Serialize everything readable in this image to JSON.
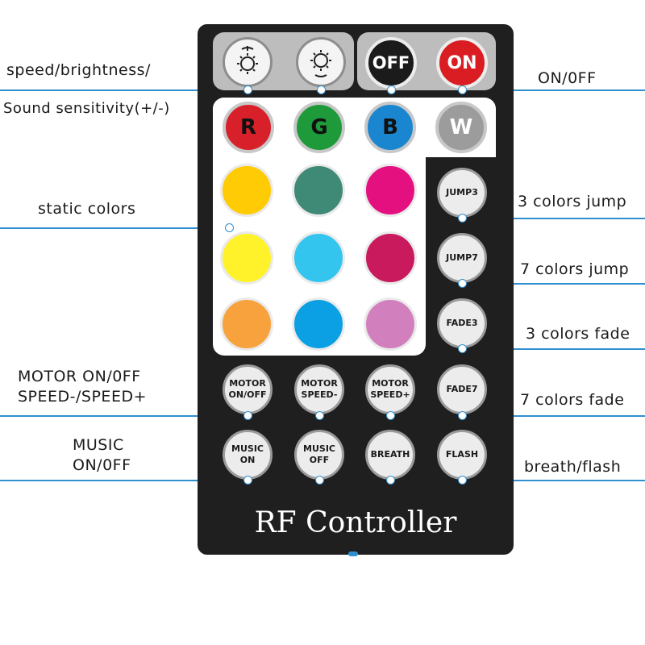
{
  "left_labels": {
    "speed_line1": "speed/brightness/",
    "speed_line2": "Sound sensitivity(+/-)",
    "static": "static colors",
    "motor_line1": "MOTOR  ON/0FF",
    "motor_line2": "SPEED-/SPEED+",
    "music_line1": "MUSIC",
    "music_line2": "ON/0FF"
  },
  "right_labels": {
    "onoff": "ON/0FF",
    "jump3": "3 colors jump",
    "jump7": "7 colors jump",
    "fade3": "3 colors fade",
    "fade7": "7 colors fade",
    "breath": "breath/flash"
  },
  "top_buttons": {
    "off": "OFF",
    "on": "ON",
    "brightness_up_icon": "sun-plus-icon",
    "brightness_down_icon": "sun-minus-icon"
  },
  "rgbw": [
    "R",
    "G",
    "B",
    "W"
  ],
  "rgbw_colors": [
    "#d8202a",
    "#1f9a3a",
    "#1a86cf",
    "#9c9c9c"
  ],
  "static_colors": [
    "#ffcb05",
    "#3f8a77",
    "#e4107f",
    "#fff22a",
    "#34c5ef",
    "#c81a5c",
    "#f7a23d",
    "#0aa0e3",
    "#d27fbd"
  ],
  "side_buttons": {
    "jump3": "JUMP3",
    "jump7": "JUMP7",
    "fade3": "FADE3",
    "fade7": "FADE7"
  },
  "motor": {
    "on_off": [
      "MOTOR",
      "ON/OFF"
    ],
    "speed_minus": [
      "MOTOR",
      "SPEED-"
    ],
    "speed_plus": [
      "MOTOR",
      "SPEED+"
    ]
  },
  "music": {
    "on": [
      "MUSIC",
      "ON"
    ],
    "off": [
      "MUSIC",
      "OFF"
    ],
    "breath": "BREATH",
    "flash": "FLASH"
  },
  "title": "RF Controller",
  "accent_color": "#2f8fcf"
}
